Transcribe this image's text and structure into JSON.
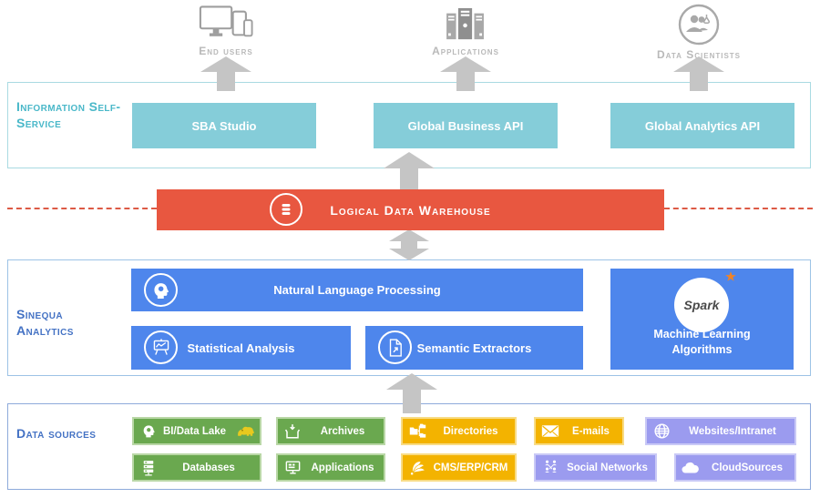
{
  "consumers": {
    "end_users": {
      "label": "End users",
      "icon": "devices-icon"
    },
    "applications": {
      "label": "Applications",
      "icon": "server-towers-icon"
    },
    "data_scientists": {
      "label": "Data Scientists",
      "icon": "scientists-circle-icon"
    }
  },
  "information_self_service": {
    "label": "Information Self-Service",
    "boxes": [
      {
        "label": "SBA Studio"
      },
      {
        "label": "Global Business API"
      },
      {
        "label": "Global Analytics API"
      }
    ]
  },
  "logical_data_warehouse": {
    "label": "Logical Data Warehouse",
    "icon": "database-icon"
  },
  "sinequa_analytics": {
    "label": "Sinequa Analytics",
    "nlp": {
      "label": "Natural Language Processing",
      "icon": "mind-gear-icon"
    },
    "statistical": {
      "label": "Statistical Analysis",
      "icon": "chart-board-icon"
    },
    "semantic": {
      "label": "Semantic Extractors",
      "icon": "document-extract-icon"
    },
    "ml": {
      "label": "Machine Learning Algorithms",
      "logo": "Spark",
      "icon": "spark-logo"
    }
  },
  "data_sources": {
    "label": "Data sources",
    "items": [
      {
        "label": "BI/Data Lake",
        "category": "green",
        "icon": "mind-head-icon + hadoop-elephant-icon"
      },
      {
        "label": "Archives",
        "category": "green",
        "icon": "archive-box-icon"
      },
      {
        "label": "Directories",
        "category": "orange",
        "icon": "folders-tree-icon"
      },
      {
        "label": "E-mails",
        "category": "orange",
        "icon": "envelope-icon"
      },
      {
        "label": "Websites/Intranet",
        "category": "purple",
        "icon": "globe-icon"
      },
      {
        "label": "Databases",
        "category": "green",
        "icon": "server-stack-icon"
      },
      {
        "label": "Applications",
        "category": "green",
        "icon": "monitor-icon"
      },
      {
        "label": "CMS/ERP/CRM",
        "category": "orange",
        "icon": "fan-icon"
      },
      {
        "label": "Social Networks",
        "category": "purple",
        "icon": "people-network-icon"
      },
      {
        "label": "CloudSources",
        "category": "purple",
        "icon": "cloud-icon"
      }
    ]
  },
  "colors": {
    "teal_box": "#85cdd9",
    "teal_label": "#4ab8c9",
    "red_bar": "#e85740",
    "blue_box": "#4e86ec",
    "blue_label": "#4472c4",
    "green_box": "#6aa84f",
    "orange_box": "#f3b300",
    "purple_box": "#9b9bef",
    "arrow_gray": "#c5c5c5",
    "spark_star_orange": "#f08326"
  }
}
